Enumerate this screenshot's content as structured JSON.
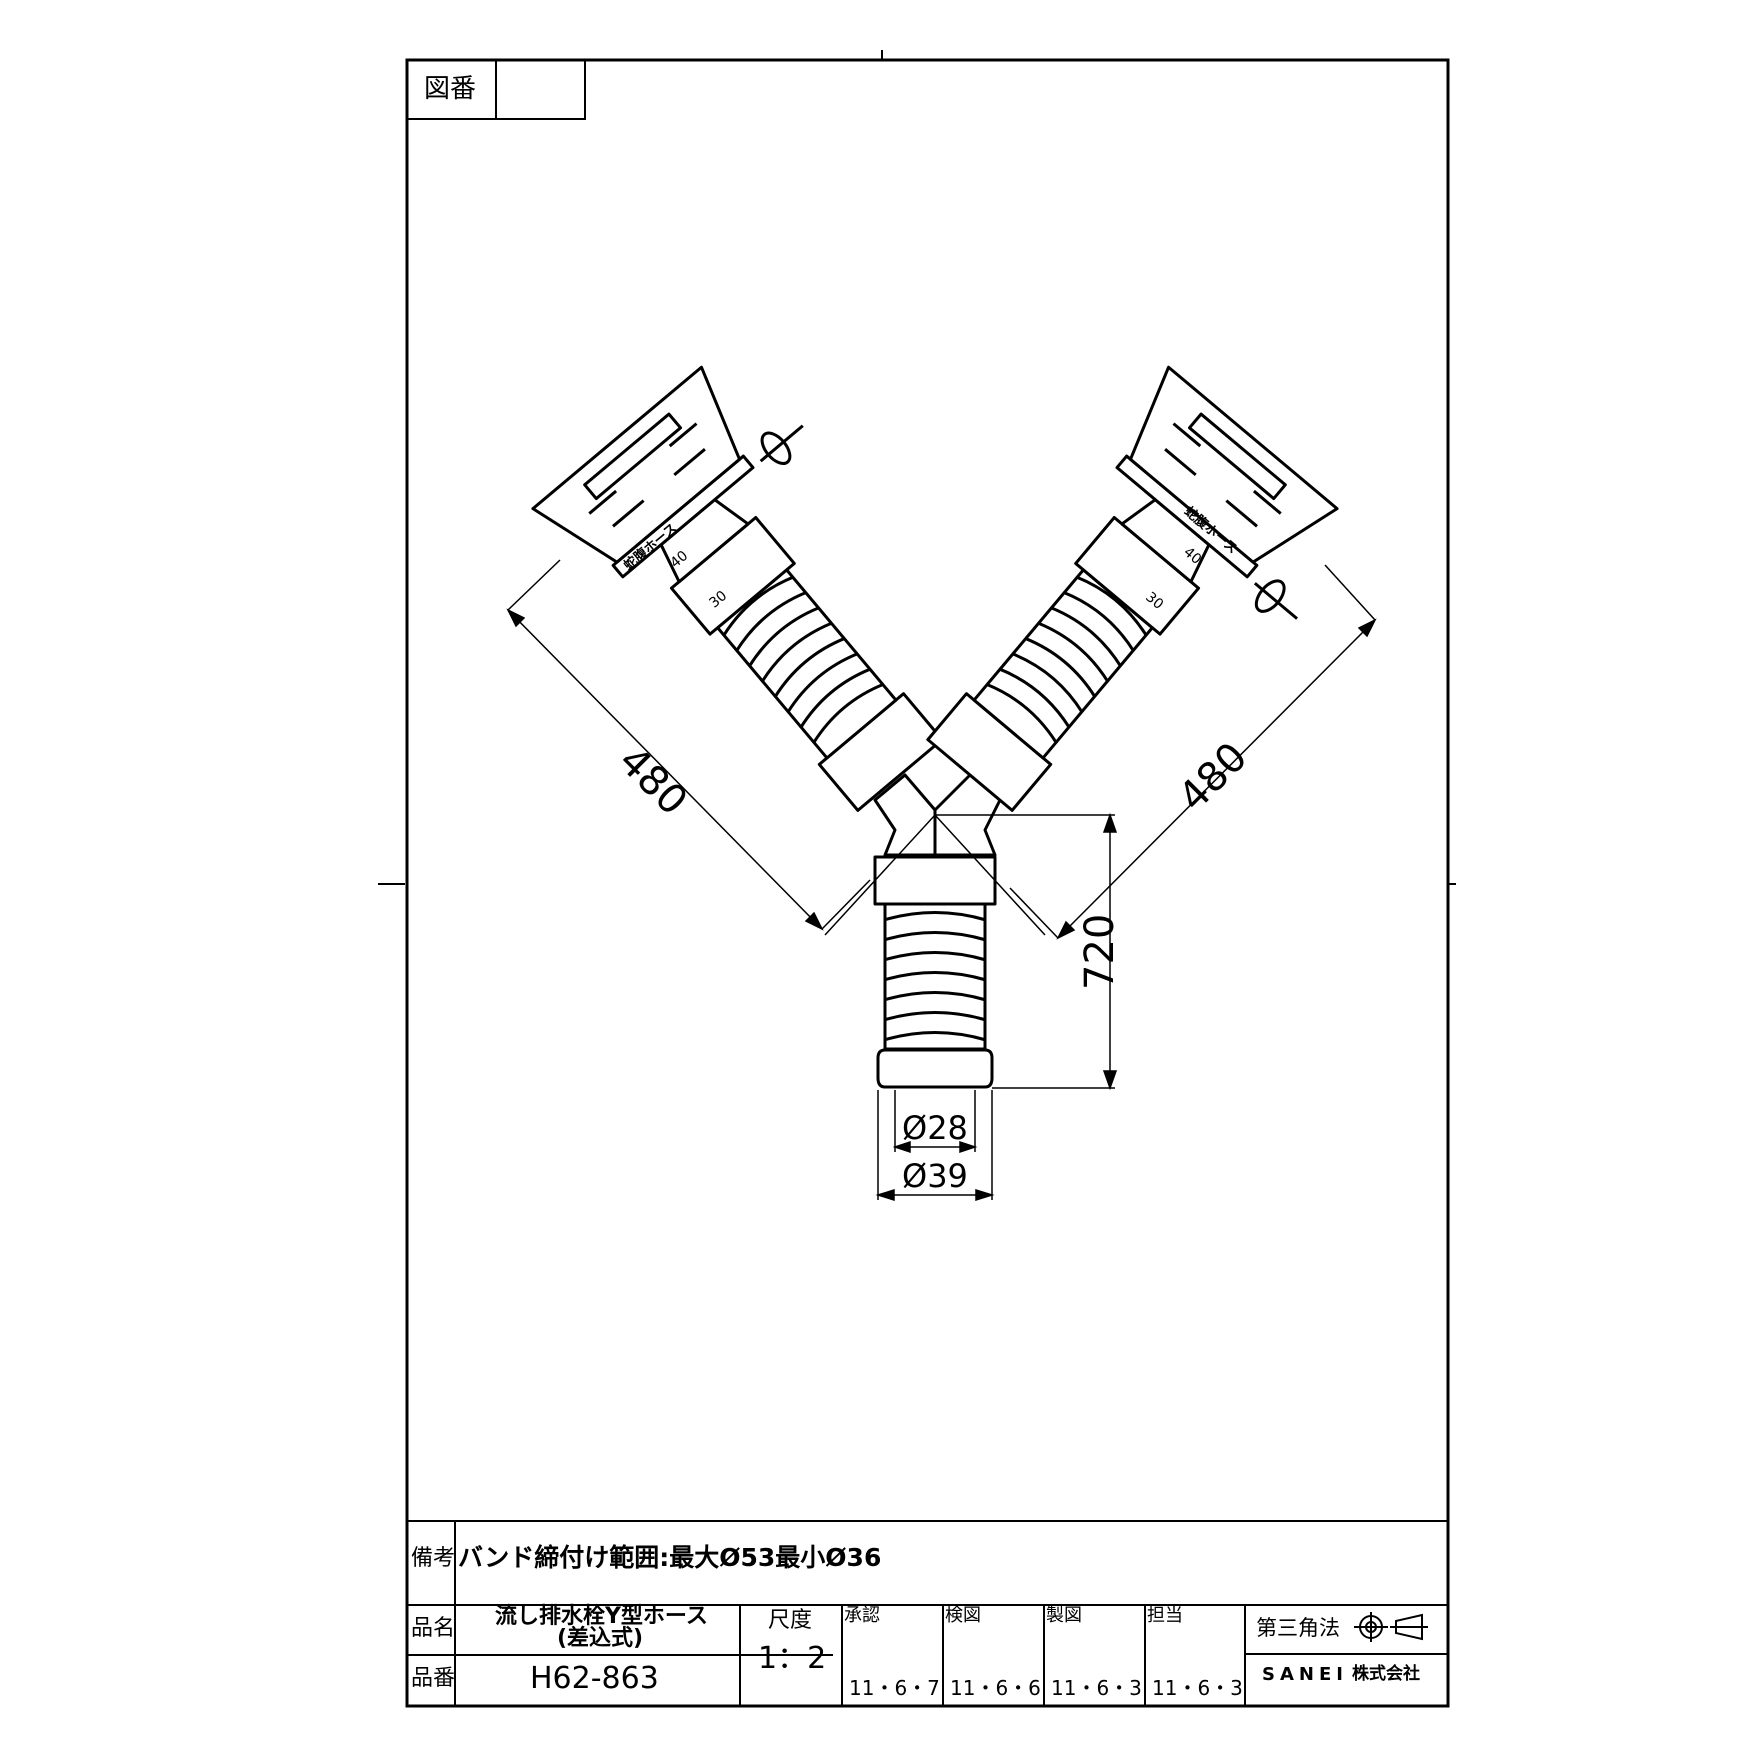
{
  "drawing_number_label": "図番",
  "drawing_number_value": "",
  "notes_label": "備考",
  "notes_text": "バンド締付け範囲:最大Ø53最小Ø36",
  "product_name_label": "品名",
  "product_name_line1": "流し排水栓Y型ホース",
  "product_name_line2": "(差込式)",
  "product_number_label": "品番",
  "product_number": "H62-863",
  "scale_label": "尺度",
  "scale_value": "1：2",
  "approvals": [
    {
      "label": "承認",
      "date": "11・6・7"
    },
    {
      "label": "検図",
      "date": "11・6・6"
    },
    {
      "label": "製図",
      "date": "11・6・3"
    },
    {
      "label": "担当",
      "date": "11・6・3"
    }
  ],
  "projection_label": "第三角法",
  "company": "SANEI",
  "company_suffix": "株式会社",
  "dimensions": {
    "left_length": "480",
    "right_length": "480",
    "height": "720",
    "inner_diameter": "Ø28",
    "outer_diameter": "Ø39"
  },
  "hose_band_label": "蛇腹ホース",
  "scale_ticks": [
    "40",
    "30"
  ]
}
